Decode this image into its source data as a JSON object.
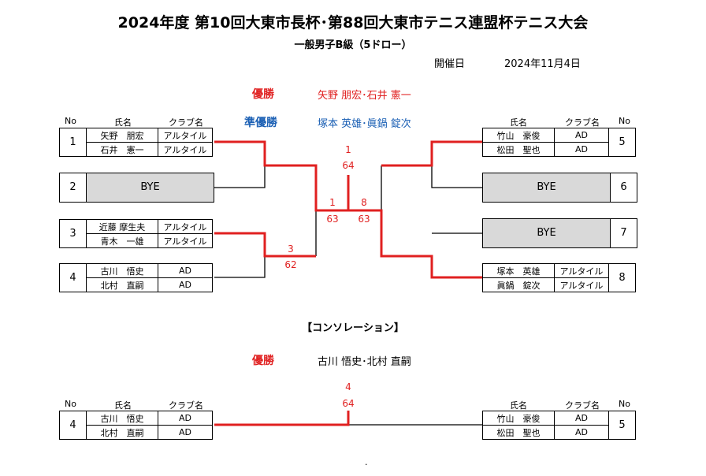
{
  "header": {
    "title": "2024年度 第10回大東市長杯･第88回大東市テニス連盟杯テニス大会",
    "subtitle": "一般男子B級（5ドロー）",
    "date_label": "開催日",
    "date_value": "2024年11月4日"
  },
  "results": {
    "winner_label": "優勝",
    "winner_names": "矢野 朋宏･石井 憲一",
    "runnerup_label": "準優勝",
    "runnerup_names": "塚本 英雄･眞鍋 錠次"
  },
  "columns": {
    "no": "No",
    "name": "氏名",
    "club": "クラブ名"
  },
  "draw": {
    "left": [
      {
        "no": "1",
        "players": [
          {
            "name": "矢野　朋宏",
            "club": "アルタイル"
          },
          {
            "name": "石井　憲一",
            "club": "アルタイル"
          }
        ]
      },
      {
        "no": "2",
        "bye": "BYE"
      },
      {
        "no": "3",
        "players": [
          {
            "name": "近藤 摩生夫",
            "club": "アルタイル"
          },
          {
            "name": "青木　一雄",
            "club": "アルタイル"
          }
        ]
      },
      {
        "no": "4",
        "players": [
          {
            "name": "古川　悟史",
            "club": "AD"
          },
          {
            "name": "北村　直嗣",
            "club": "AD"
          }
        ]
      }
    ],
    "right": [
      {
        "no": "5",
        "players": [
          {
            "name": "竹山　豪俊",
            "club": "AD"
          },
          {
            "name": "松田　聖也",
            "club": "AD"
          }
        ]
      },
      {
        "no": "6",
        "bye": "BYE"
      },
      {
        "no": "7",
        "bye": "BYE"
      },
      {
        "no": "8",
        "players": [
          {
            "name": "塚本　英雄",
            "club": "アルタイル"
          },
          {
            "name": "眞鍋　錠次",
            "club": "アルタイル"
          }
        ]
      }
    ],
    "scores": {
      "final_winner": "1",
      "final_score": "64",
      "semi_left_winner": "1",
      "semi_left_score": "63",
      "semi_right_winner": "8",
      "semi_right_score": "63",
      "r1_winner": "3",
      "r1_score": "62"
    }
  },
  "consolation": {
    "title": "【コンソレーション】",
    "winner_label": "優勝",
    "winner_names": "古川 悟史･北村 直嗣",
    "final_winner": "4",
    "final_score": "64",
    "left": {
      "no": "4",
      "players": [
        {
          "name": "古川　悟史",
          "club": "AD"
        },
        {
          "name": "北村　直嗣",
          "club": "AD"
        }
      ]
    },
    "right": {
      "no": "5",
      "players": [
        {
          "name": "竹山　豪俊",
          "club": "AD"
        },
        {
          "name": "松田　聖也",
          "club": "AD"
        }
      ]
    }
  },
  "footer_mark": ".",
  "colors": {
    "win_line": "#e02020",
    "winner": "#e02020",
    "runnerup": "#1a5fb4",
    "bye_fill": "#d9d9d9"
  }
}
